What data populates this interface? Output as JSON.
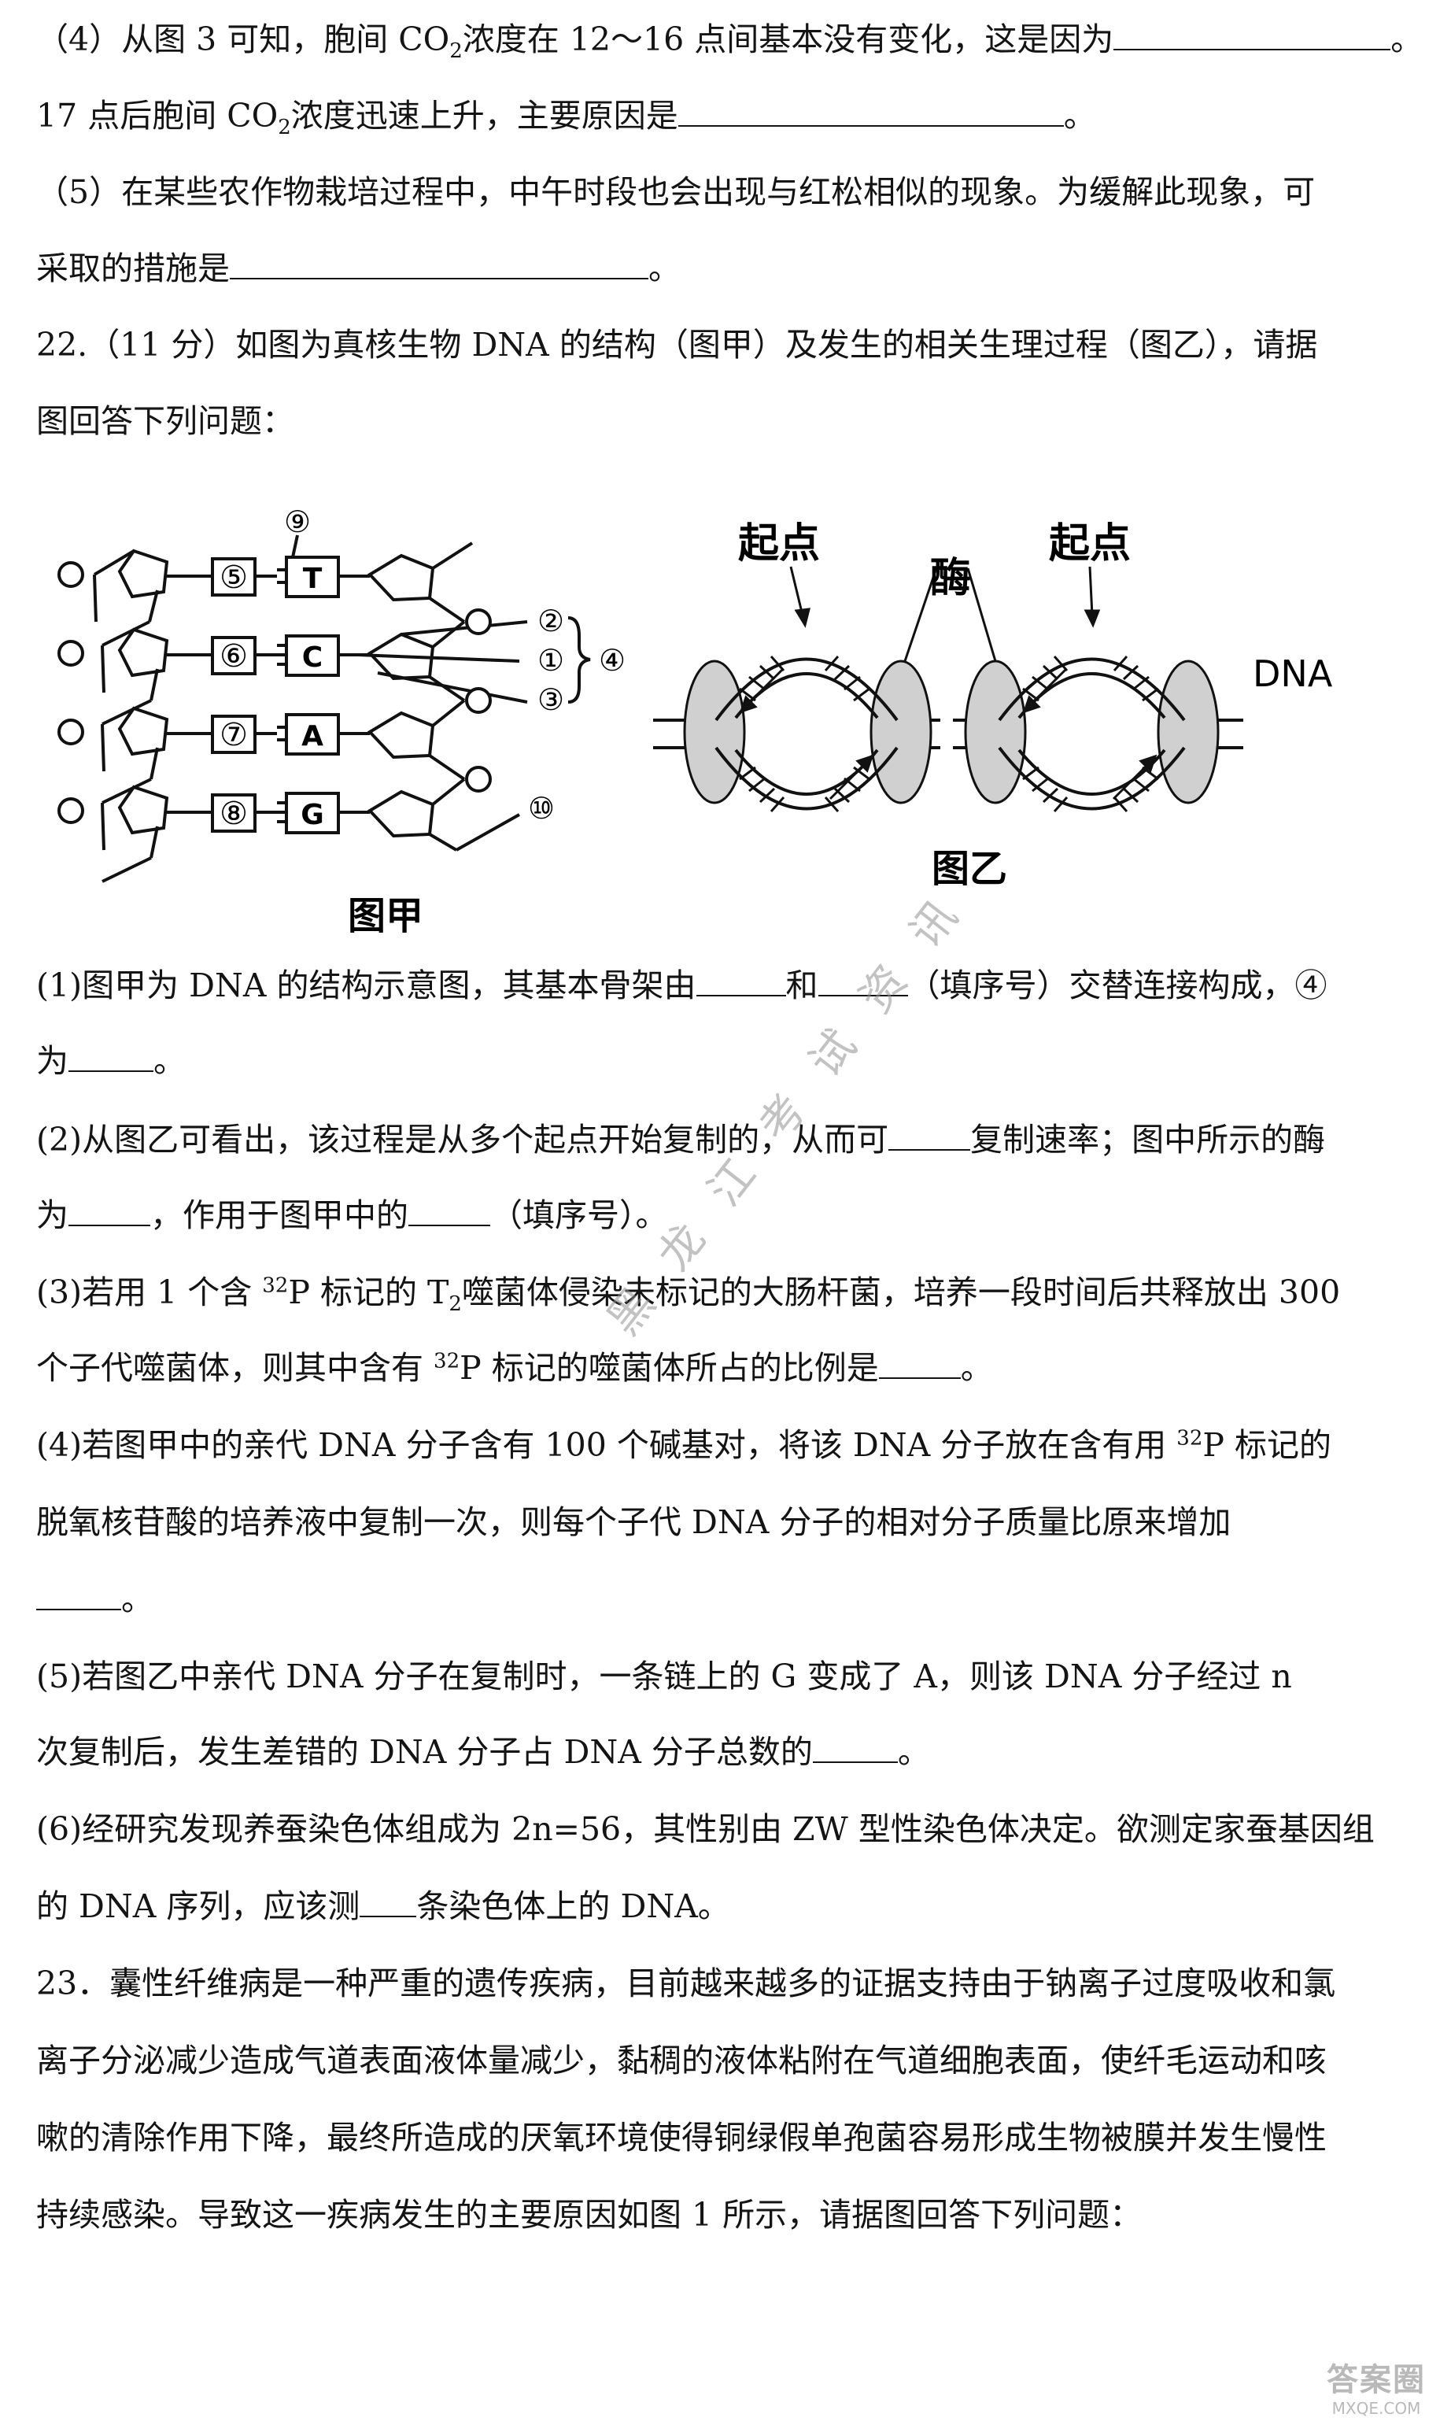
{
  "q21_4": {
    "line1_pre": "（4）从图 3 可知，胞间 CO",
    "co2_sub": "2",
    "line1_post": "浓度在 12～16 点间基本没有变化，这是因为",
    "line1_end": "。",
    "line2_pre": "17 点后胞间 CO",
    "line2_post": "浓度迅速上升，主要原因是",
    "line2_end": "。"
  },
  "q21_5": {
    "line1": "（5）在某些农作物栽培过程中，中午时段也会出现与红松相似的现象。为缓解此现象，可",
    "line2_pre": "采取的措施是",
    "line2_end": "。"
  },
  "q22": {
    "intro1": "22.（11 分）如图为真核生物 DNA 的结构（图甲）及发生的相关生理过程（图乙），请据",
    "intro2": "图回答下列问题：",
    "fig_jia": {
      "caption": "图甲",
      "bases": [
        "T",
        "C",
        "A",
        "G"
      ],
      "base_nums": [
        "⑤",
        "⑥",
        "⑦",
        "⑧"
      ],
      "labels": [
        "⑨",
        "②",
        "①",
        "③",
        "⑩",
        "④"
      ]
    },
    "fig_yi": {
      "caption": "图乙",
      "origin_left": "起点",
      "origin_right": "起点",
      "enzyme": "酶",
      "dna": "DNA"
    },
    "p1_a": "(1)图甲为 DNA 的结构示意图，其基本骨架由",
    "p1_b": "和",
    "p1_c": "（填序号）交替连接构成，④",
    "p1_d": "为",
    "p1_e": "。",
    "p2_a": "(2)从图乙可看出，该过程是从多个起点开始复制的，从而可",
    "p2_b": "复制速率；图中所示的酶",
    "p2_c": "为",
    "p2_d": "，作用于图甲中的",
    "p2_e": "（填序号）。",
    "p3_a": "(3)若用 1 个含 ",
    "p3_sup": "32",
    "p3_b": "P 标记的 T",
    "p3_sub": "2",
    "p3_c": "噬菌体侵染未标记的大肠杆菌，培养一段时间后共释放出 300",
    "p3_d": "个子代噬菌体，则其中含有 ",
    "p3_e": "P 标记的噬菌体所占的比例是",
    "p3_f": "。",
    "p4_a": "(4)若图甲中的亲代 DNA 分子含有 100 个碱基对，将该 DNA 分子放在含有用 ",
    "p4_b": "P 标记的",
    "p4_c": "脱氧核苷酸的培养液中复制一次，则每个子代 DNA 分子的相对分子质量比原来增加",
    "p4_d": "。",
    "p5_a": "(5)若图乙中亲代 DNA 分子在复制时，一条链上的 G 变成了 A，则该 DNA 分子经过 n",
    "p5_b": "次复制后，发生差错的 DNA 分子占 DNA 分子总数的",
    "p5_c": "。",
    "p6_a": "(6)经研究发现养蚕染色体组成为 2n=56，其性别由 ZW 型性染色体决定。欲测定家蚕基因组",
    "p6_b": "的 DNA 序列，应该测",
    "p6_c": "条染色体上的 DNA。"
  },
  "q23": {
    "l1": "23．囊性纤维病是一种严重的遗传疾病，目前越来越多的证据支持由于钠离子过度吸收和氯",
    "l2": "离子分泌减少造成气道表面液体量减少，黏稠的液体粘附在气道细胞表面，使纤毛运动和咳",
    "l3": "嗽的清除作用下降，最终所造成的厌氧环境使得铜绿假单孢菌容易形成生物被膜并发生慢性",
    "l4": "持续感染。导致这一疾病发生的主要原因如图 1 所示，请据图回答下列问题："
  },
  "watermark": "黑龙江考试资讯",
  "logo": {
    "cn": "答案圈",
    "en": "MXQE.COM"
  }
}
